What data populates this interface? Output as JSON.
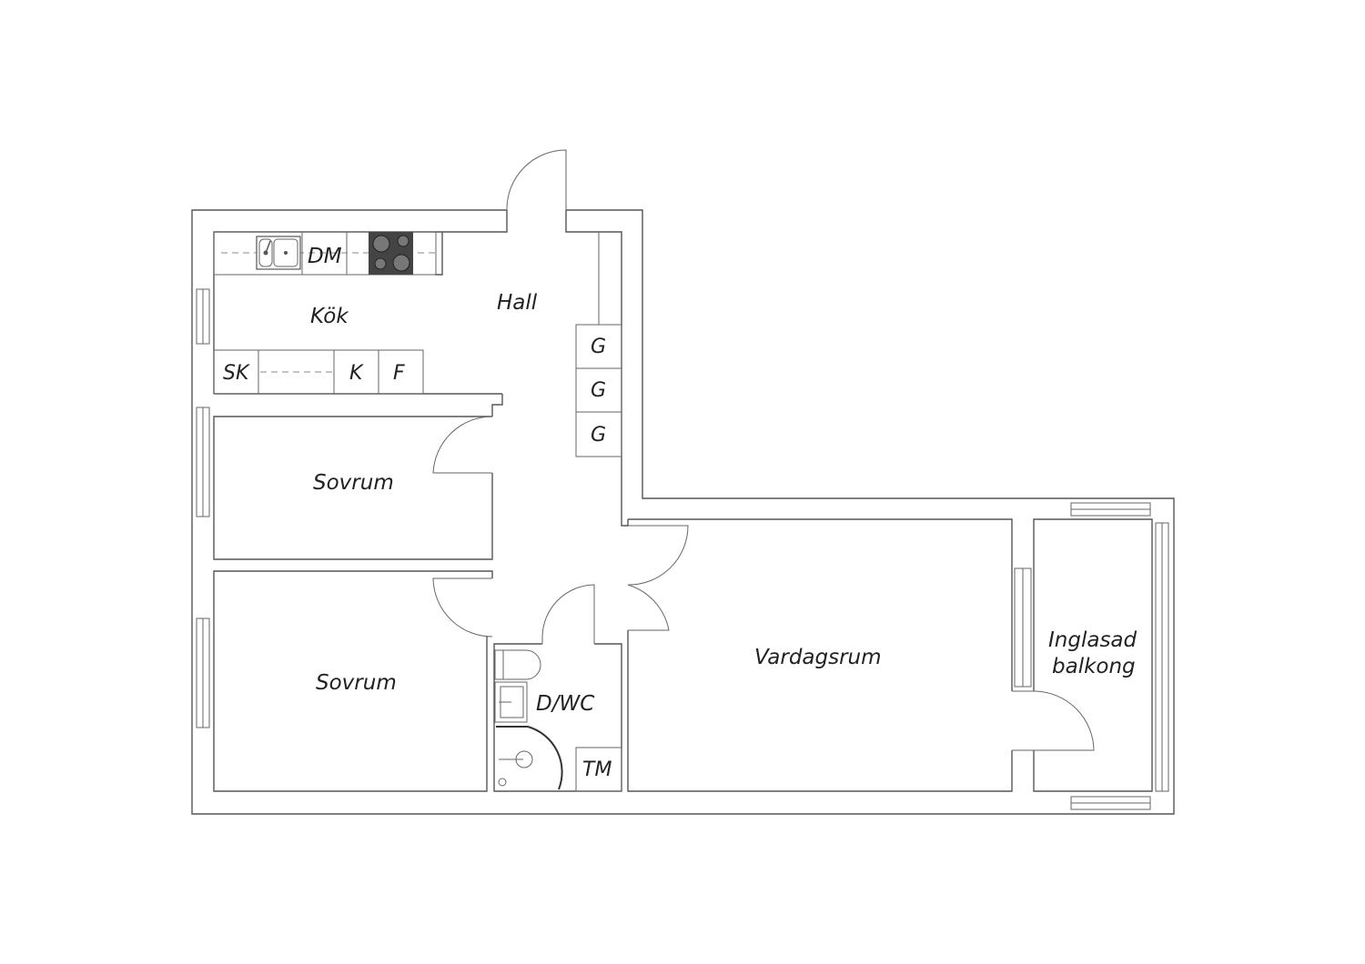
{
  "rooms": {
    "kitchen": "Kök",
    "hall": "Hall",
    "bedroom_1": "Sovrum",
    "bedroom_2": "Sovrum",
    "bathroom": "D/WC",
    "living_room": "Vardagsrum",
    "balcony_line1": "Inglasad",
    "balcony_line2": "balkong"
  },
  "fixtures": {
    "dishwasher": "DM",
    "pantry": "SK",
    "fridge": "K",
    "freezer": "F",
    "wardrobes": [
      "G",
      "G",
      "G"
    ],
    "washer": "TM"
  },
  "colors": {
    "walls": "#555555",
    "stove": "#444444"
  }
}
